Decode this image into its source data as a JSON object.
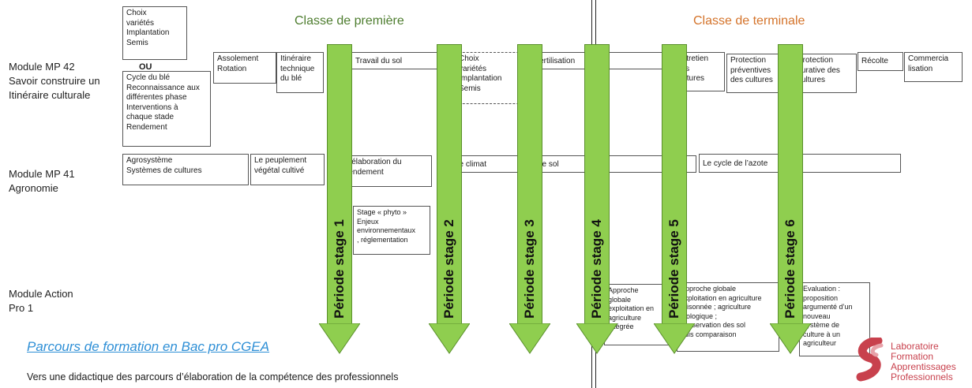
{
  "headers": {
    "premiere": "Classe de première",
    "terminale": "Classe de terminale"
  },
  "colors": {
    "premiere": "#4e7d2f",
    "terminale": "#d4732a",
    "arrow_fill": "#8fce4f",
    "title_link": "#2e8fd6",
    "logo_red": "#c8414d"
  },
  "modules": {
    "mp42": "Module MP 42\nSavoir construire un\nItinéraire culturale",
    "mp41": "Module MP 41\nAgronomie",
    "action": "Module Action\nPro 1"
  },
  "boxes": {
    "choix1": "Choix\nvariétés\nImplantation\nSemis",
    "ou": "OU",
    "cycle_ble": "Cycle du blé\nReconnaissance aux\ndifférentes phase\nInterventions à\nchaque stade\nRendement",
    "assolement": "Assolement\nRotation",
    "itineraire": "Itinéraire\ntechnique\ndu blé",
    "travail_sol": "Travail du sol",
    "choix2": "Choix\nvariétés\nImplantation\nSemis",
    "fertilisation": "Fertilisation",
    "entretien": "Entretien\ndes\ncultures",
    "protection_prev": "Protection\npréventives\ndes cultures",
    "protection_cur": "Protection\ncurative des\ncultures",
    "recolte": "Récolte",
    "commercia": "Commercia\nlisation",
    "agrosysteme": "Agrosystème\nSystèmes de cultures",
    "peuplement": "Le peuplement\nvégétal cultivé",
    "elaboration": "L’élaboration du\nrendement",
    "climat": "Le climat",
    "sol": "Le sol",
    "azote": "Le cycle de l’azote",
    "stage_phyto": "Stage « phyto »\nEnjeux\nenvironnementaux\n, réglementation",
    "approche1": "Approche\nglobale\nexploitation en\nagriculture\nintégrée",
    "approche2": "Approche globale\nexploitation en agriculture\nraisonnée ; agriculture\nbiologique ;\nconservation des sol\npuis comparaison",
    "evaluation": "Evaluation :\nproposition\nargumenté d’un\nnouveau\nsystème de\nculture à un\nagriculteur"
  },
  "stages": [
    {
      "label": "Période stage 1"
    },
    {
      "label": "Période stage 2"
    },
    {
      "label": "Période stage 3"
    },
    {
      "label": "Période stage 4"
    },
    {
      "label": "Période stage 5"
    },
    {
      "label": "Période stage 6"
    }
  ],
  "footer": {
    "title": "Parcours de formation en Bac pro CGEA",
    "subtitle": "Vers une didactique des parcours d’élaboration de la compétence des professionnels"
  },
  "logo": {
    "text": "Laboratoire\nFormation\nApprentissages\nProfessionnels"
  }
}
